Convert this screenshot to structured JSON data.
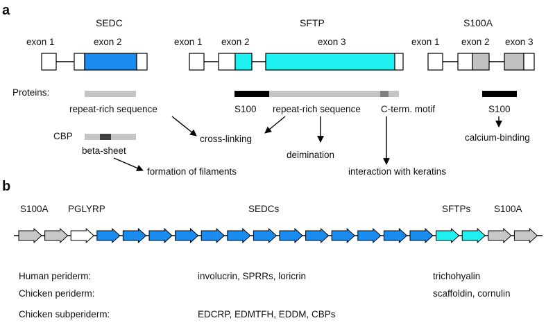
{
  "panel_a": {
    "letter": "a",
    "genes": {
      "sedc": {
        "name": "SEDC",
        "exon1": "exon 1",
        "exon2": "exon 2"
      },
      "sftp": {
        "name": "SFTP",
        "exon1": "exon 1",
        "exon2": "exon 2",
        "exon3": "exon 3"
      },
      "s100a": {
        "name": "S100A",
        "exon1": "exon 1",
        "exon2": "exon 2",
        "exon3": "exon 3"
      }
    },
    "proteins_label": "Proteins:",
    "sedc_repeat_label": "repeat-rich sequence",
    "cbp_label": "CBP",
    "beta_sheet_label": "beta-sheet",
    "sftp_s100_label": "S100",
    "sftp_repeat_label": "repeat-rich sequence",
    "cterm_label": "C-term. motif",
    "s100a_s100_label": "S100",
    "functions": {
      "cross_linking": "cross-linking",
      "deimination": "deimination",
      "calcium_binding": "calcium-binding",
      "filaments": "formation of filaments",
      "keratins": "interaction with keratins"
    },
    "colors": {
      "sedc_exon": "#1a8cf0",
      "sftp_exon": "#1ef0f0",
      "s100a_exon": "#c0c0c0",
      "repeat_bar": "#c4c4c4",
      "dark_domain": "#000000",
      "motif": "#808080"
    }
  },
  "panel_b": {
    "letter": "b",
    "group_labels": {
      "s100a_left": "S100A",
      "pglyrp": "PGLYRP",
      "sedcs": "SEDCs",
      "sftps": "SFTPs",
      "s100a_right": "S100A"
    },
    "genes": [
      {
        "type": "s100a",
        "color": "#c8c8c8"
      },
      {
        "type": "s100a",
        "color": "#c8c8c8"
      },
      {
        "type": "pglyrp",
        "color": "#ffffff"
      },
      {
        "type": "sedc",
        "color": "#1a8cf0"
      },
      {
        "type": "sedc",
        "color": "#1a8cf0"
      },
      {
        "type": "sedc",
        "color": "#1a8cf0"
      },
      {
        "type": "sedc",
        "color": "#1a8cf0"
      },
      {
        "type": "sedc",
        "color": "#1a8cf0"
      },
      {
        "type": "sedc",
        "color": "#1a8cf0"
      },
      {
        "type": "sedc",
        "color": "#1a8cf0"
      },
      {
        "type": "sedc",
        "color": "#1a8cf0"
      },
      {
        "type": "sedc",
        "color": "#1a8cf0"
      },
      {
        "type": "sedc",
        "color": "#1a8cf0"
      },
      {
        "type": "sedc",
        "color": "#1a8cf0"
      },
      {
        "type": "sedc",
        "color": "#1a8cf0"
      },
      {
        "type": "sedc",
        "color": "#1a8cf0"
      },
      {
        "type": "sftp",
        "color": "#1ef0f0"
      },
      {
        "type": "sftp",
        "color": "#1ef0f0"
      },
      {
        "type": "s100a",
        "color": "#c8c8c8"
      },
      {
        "type": "s100a",
        "color": "#c8c8c8"
      }
    ],
    "rows": [
      {
        "label": "Human periderm:",
        "sedc_proteins": "involucrin, SPRRs, loricrin",
        "sftp_proteins": "trichohyalin"
      },
      {
        "label": "Chicken periderm:",
        "sedc_proteins": "",
        "sftp_proteins": "scaffoldin, cornulin"
      },
      {
        "label": "Chicken subperiderm:",
        "sedc_proteins": "EDCRP, EDMTFH, EDDM, CBPs",
        "sftp_proteins": ""
      }
    ]
  }
}
